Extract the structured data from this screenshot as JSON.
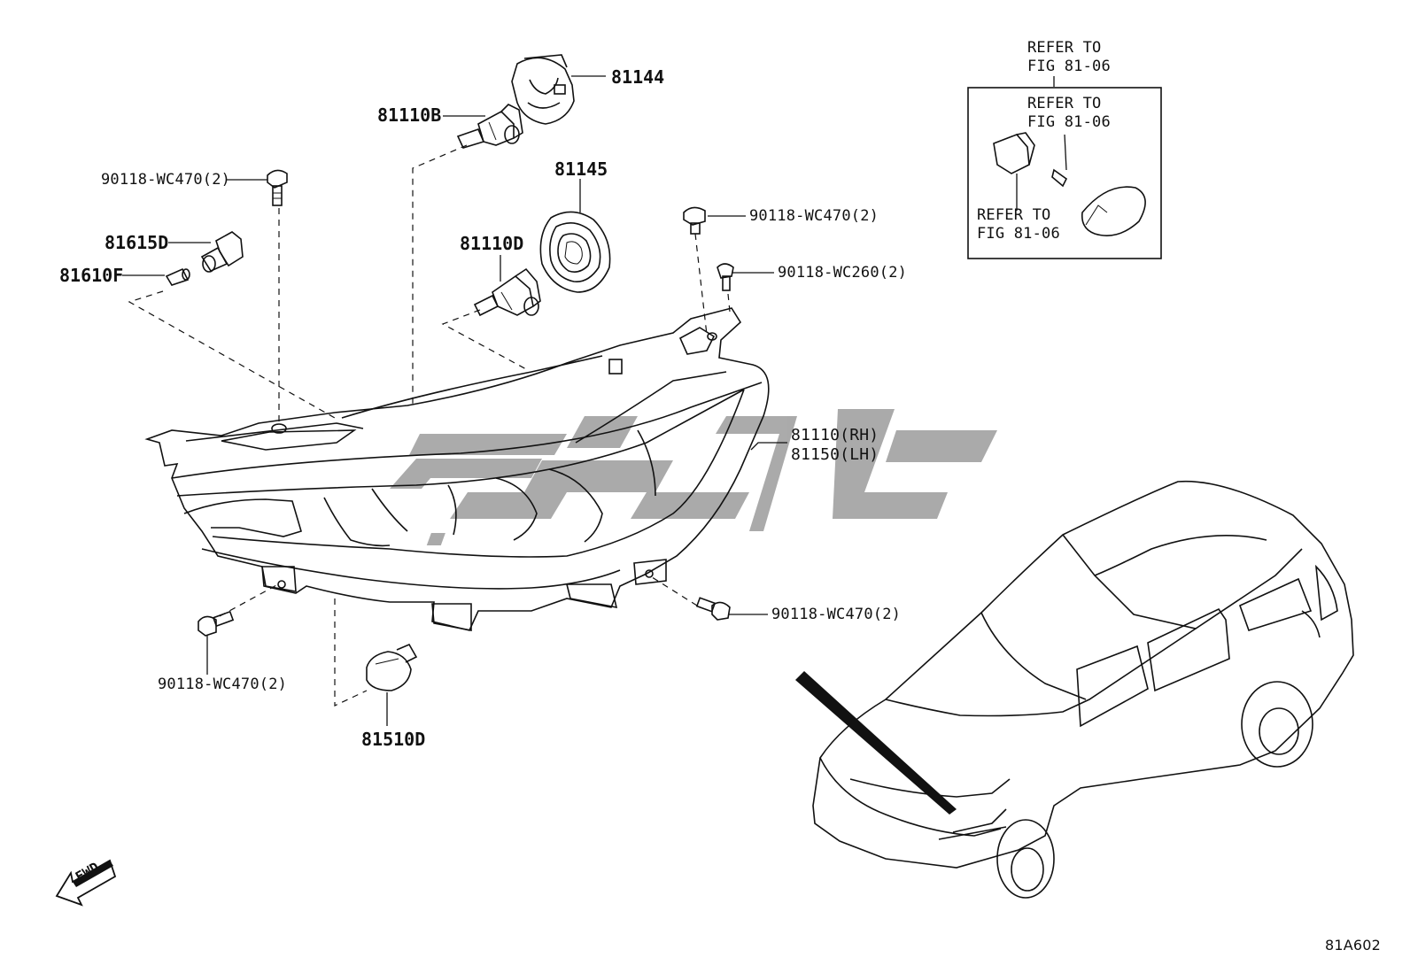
{
  "labels": {
    "p81144": "81144",
    "p81110B": "81110B",
    "p81145": "81145",
    "p81110D": "81110D",
    "p81615D": "81615D",
    "p81610F": "81610F",
    "p90118_wc470_top_left": "90118-WC470(2)",
    "p90118_wc470_top_right": "90118-WC470(2)",
    "p90118_wc260": "90118-WC260(2)",
    "p81110_rh": "81110(RH)",
    "p81150_lh": "81150(LH)",
    "p90118_wc470_bottom_left": "90118-WC470(2)",
    "p90118_wc470_bottom_right": "90118-WC470(2)",
    "p81510D": "81510D"
  },
  "refer_box": {
    "top_line1": "REFER TO",
    "top_line2": "FIG 81-06",
    "mid_line1": "REFER TO",
    "mid_line2": "FIG 81-06",
    "left_line1": "REFER TO",
    "left_line2": "FIG 81-06"
  },
  "fwd_label": "FWD",
  "figure_code": "81A602",
  "colors": {
    "line": "#111111",
    "watermark": "#9c9c9c"
  }
}
